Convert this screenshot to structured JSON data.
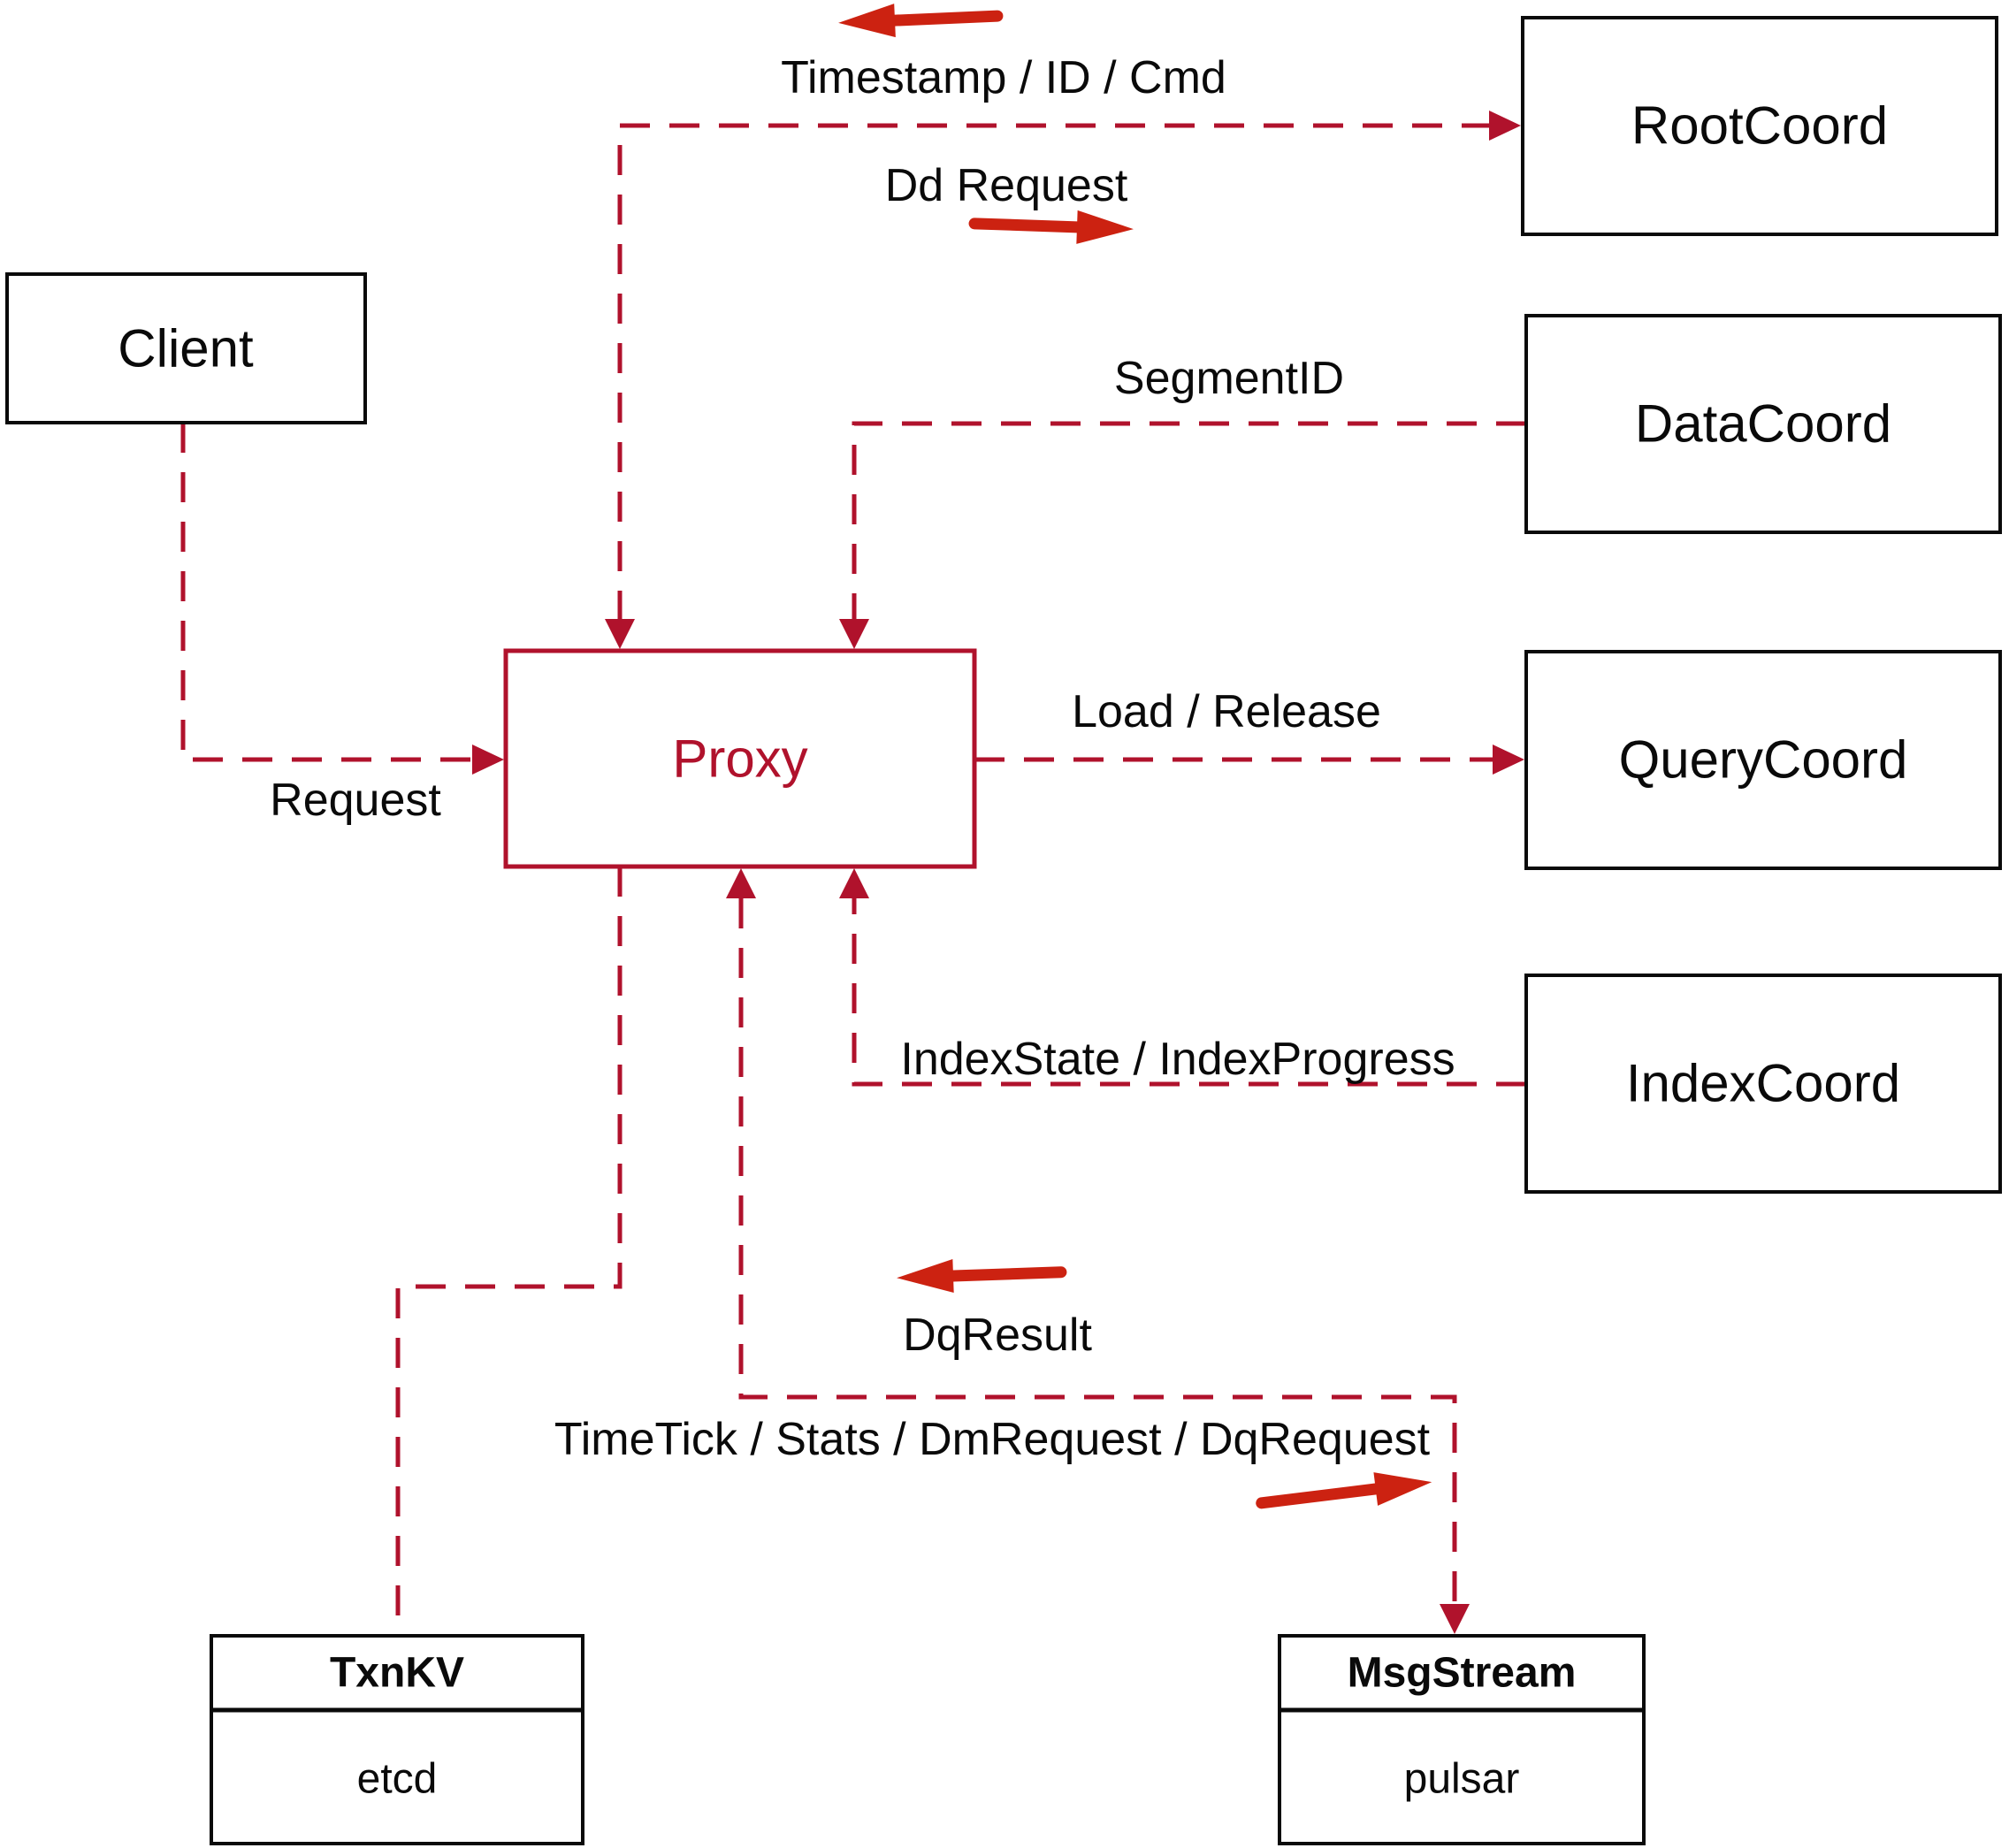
{
  "nodes": {
    "client": {
      "label": "Client"
    },
    "rootcoord": {
      "label": "RootCoord"
    },
    "datacoord": {
      "label": "DataCoord"
    },
    "querycoord": {
      "label": "QueryCoord"
    },
    "indexcoord": {
      "label": "IndexCoord"
    },
    "proxy": {
      "label": "Proxy"
    },
    "txnkv": {
      "label": "TxnKV",
      "sublabel": "etcd"
    },
    "msgstream": {
      "label": "MsgStream",
      "sublabel": "pulsar"
    }
  },
  "edges": {
    "timestamp": {
      "label": "Timestamp / ID / Cmd",
      "direction": "left"
    },
    "dd_request": {
      "label": "Dd Request",
      "direction": "right"
    },
    "segment_id": {
      "label": "SegmentID"
    },
    "request": {
      "label": "Request"
    },
    "load_release": {
      "label": "Load / Release"
    },
    "index_state": {
      "label": "IndexState / IndexProgress"
    },
    "dq_result": {
      "label": "DqResult",
      "direction": "left"
    },
    "timetick": {
      "label": "TimeTick / Stats / DmRequest / DqRequest",
      "direction": "right"
    }
  },
  "colors": {
    "dashed_edge": "#b0122c",
    "solid_arrow": "#cc2211",
    "box_border": "#0a0a0a",
    "text": "#0a0a0a",
    "background": "#ffffff"
  }
}
